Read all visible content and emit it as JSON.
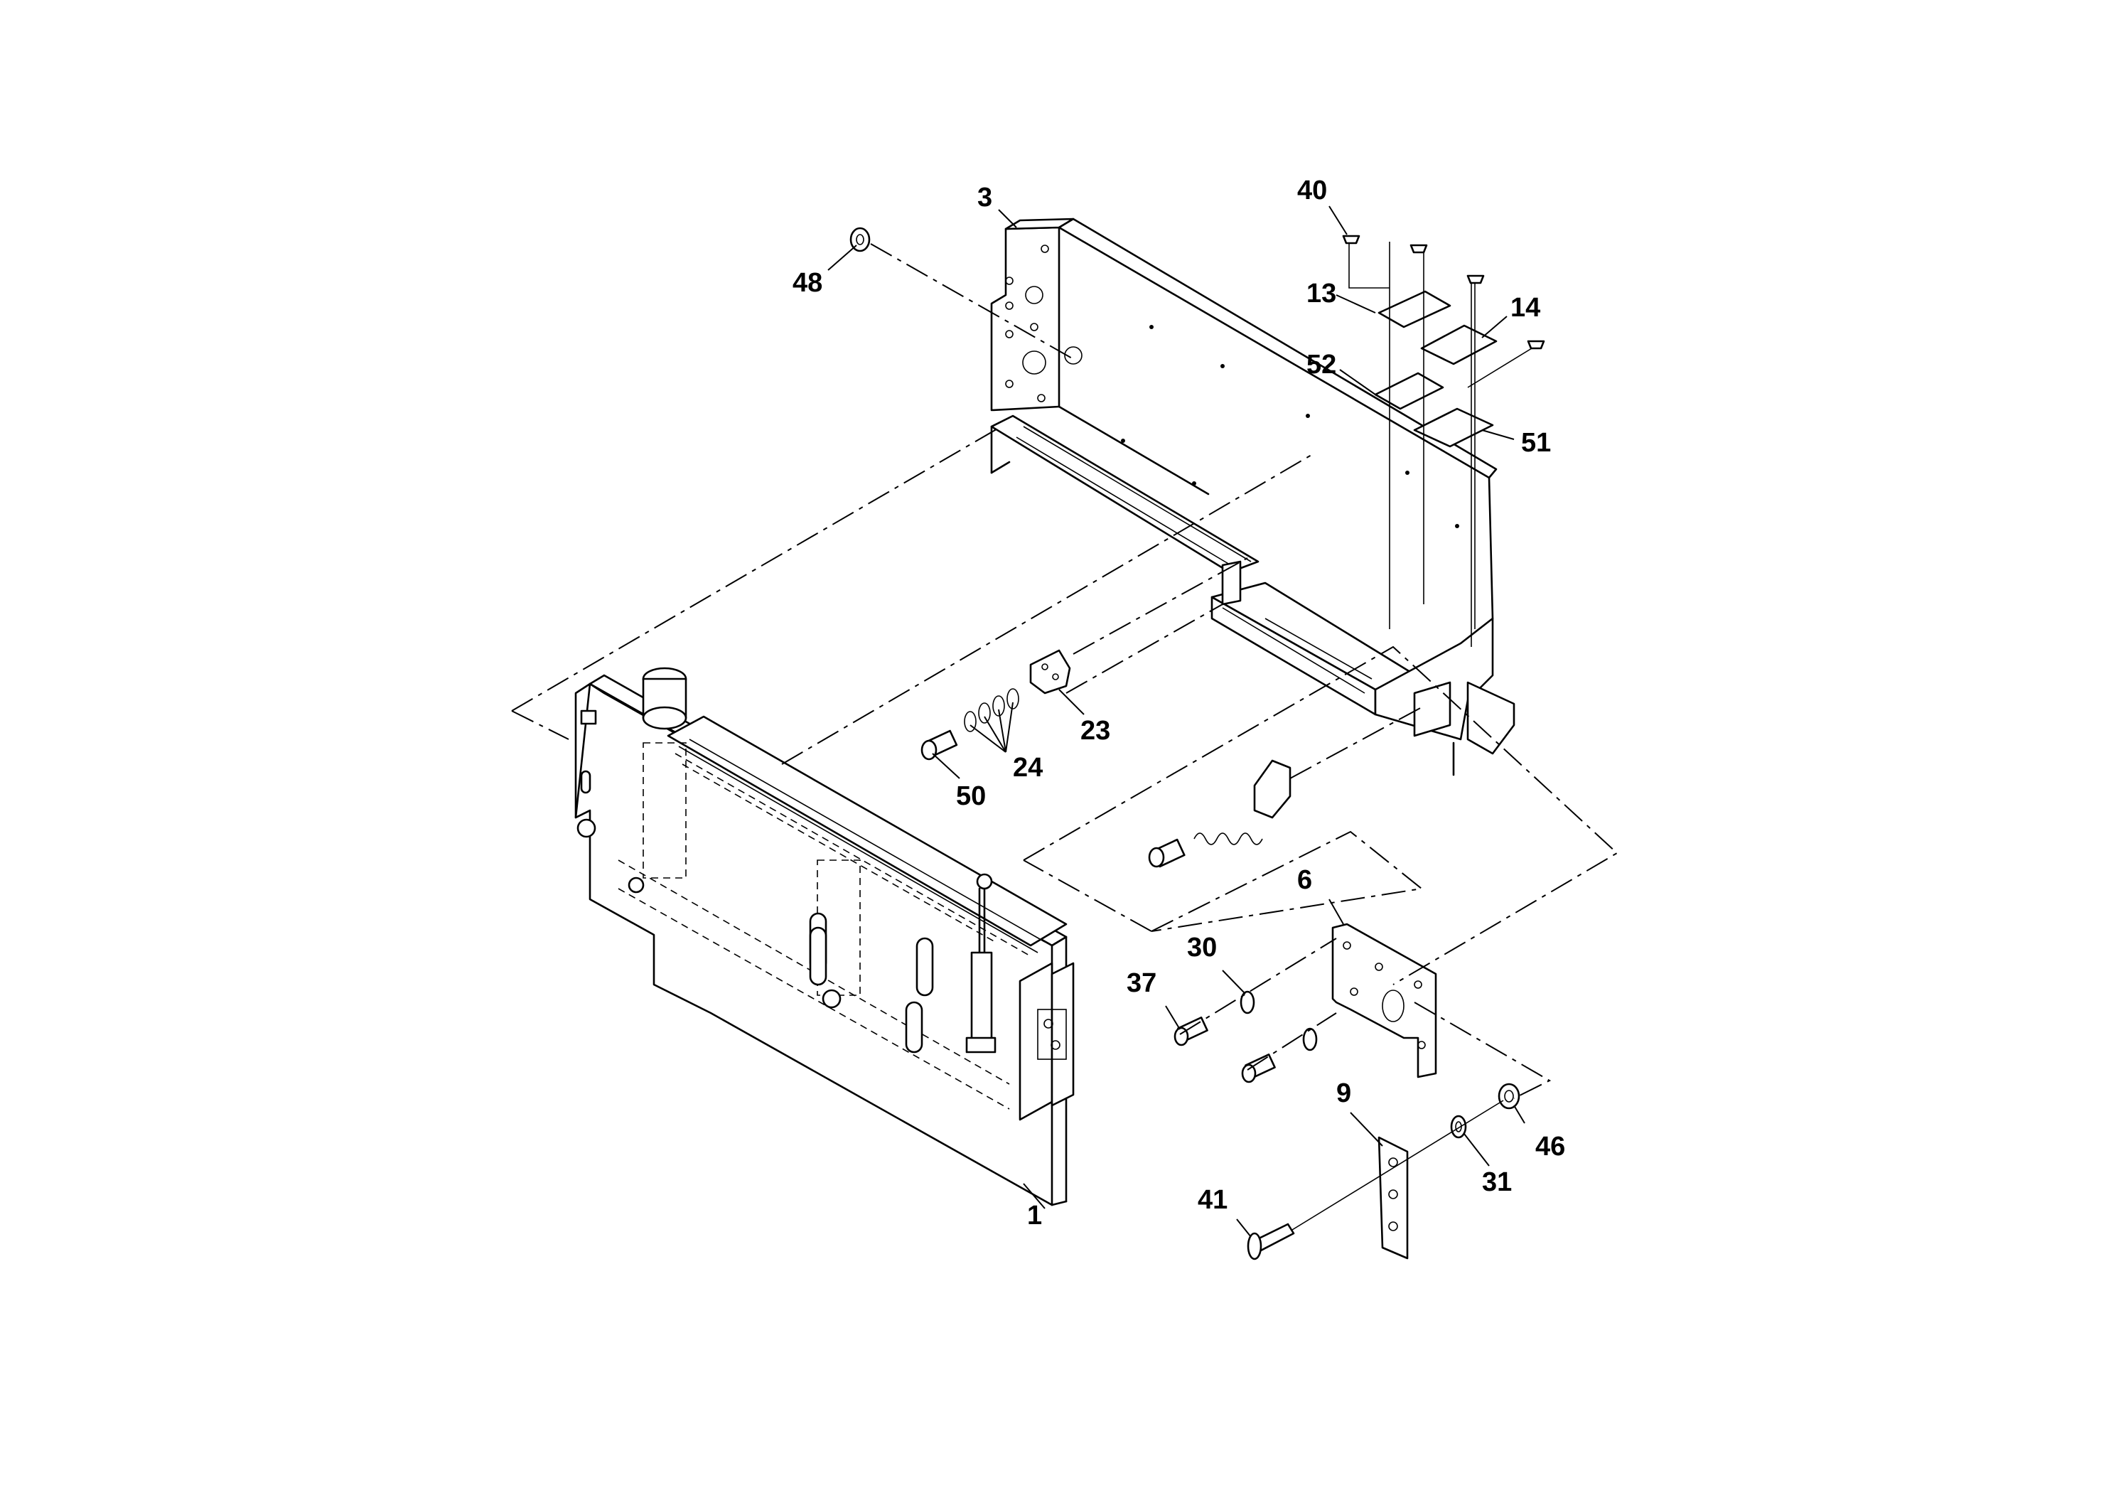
{
  "callouts": {
    "c1": "1",
    "c3": "3",
    "c6": "6",
    "c9": "9",
    "c13": "13",
    "c14": "14",
    "c23": "23",
    "c24": "24",
    "c30": "30",
    "c31": "31",
    "c37": "37",
    "c40": "40",
    "c41": "41",
    "c46": "46",
    "c48": "48",
    "c50": "50",
    "c51": "51",
    "c52": "52"
  },
  "colors": {
    "ink": "#000000",
    "paper": "#ffffff"
  }
}
